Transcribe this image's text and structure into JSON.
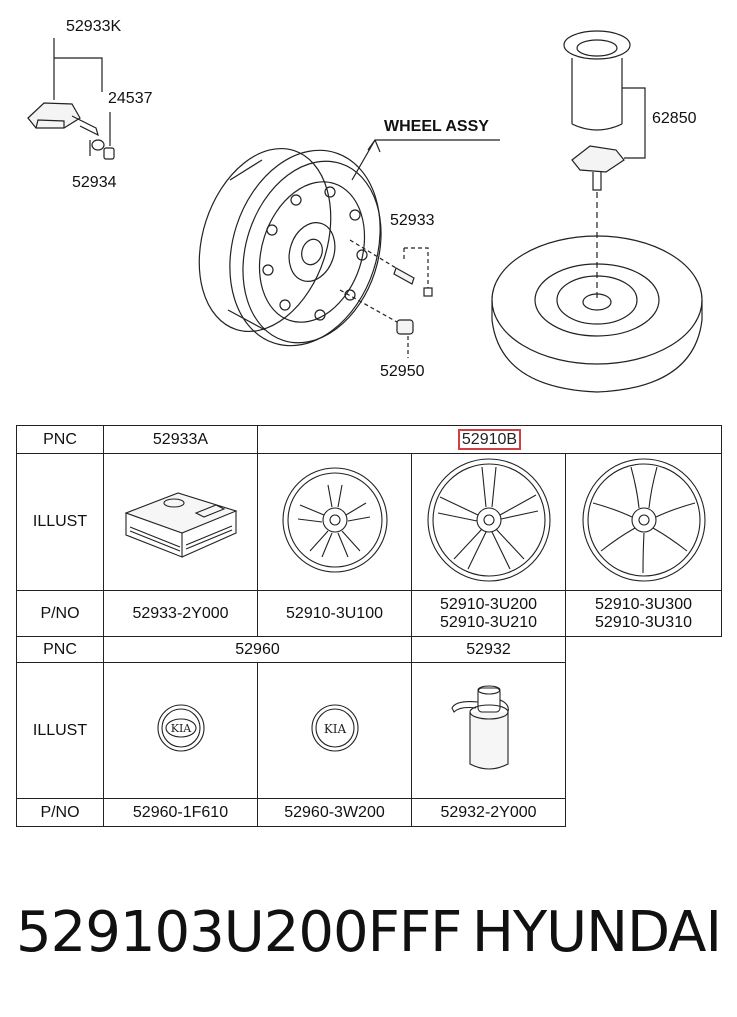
{
  "callouts": {
    "sensor_kit": "52933K",
    "sensor_nut": "24537",
    "sensor_cap": "52934",
    "wheel_assy": "WHEEL ASSY",
    "valve": "52933",
    "lug_nut": "52950",
    "spare_holder": "62850"
  },
  "table": {
    "row_labels": {
      "pnc": "PNC",
      "illust": "ILLUST",
      "pno": "P/NO"
    },
    "row1": {
      "pnc_a": "52933A",
      "pnc_b": "52910B",
      "pno": [
        "52933-2Y000",
        "52910-3U100",
        "52910-3U200",
        "52910-3U210",
        "52910-3U300",
        "52910-3U310"
      ]
    },
    "row2": {
      "pnc_a": "52960",
      "pnc_b": "52932",
      "emblem_text": "KIA",
      "pno": [
        "52960-1F610",
        "52960-3W200",
        "52932-2Y000"
      ]
    }
  },
  "footer": {
    "part_number": "529103U200FFF",
    "brand": "HYUNDAI"
  },
  "colors": {
    "line": "#222222",
    "highlight": "#d04040"
  }
}
